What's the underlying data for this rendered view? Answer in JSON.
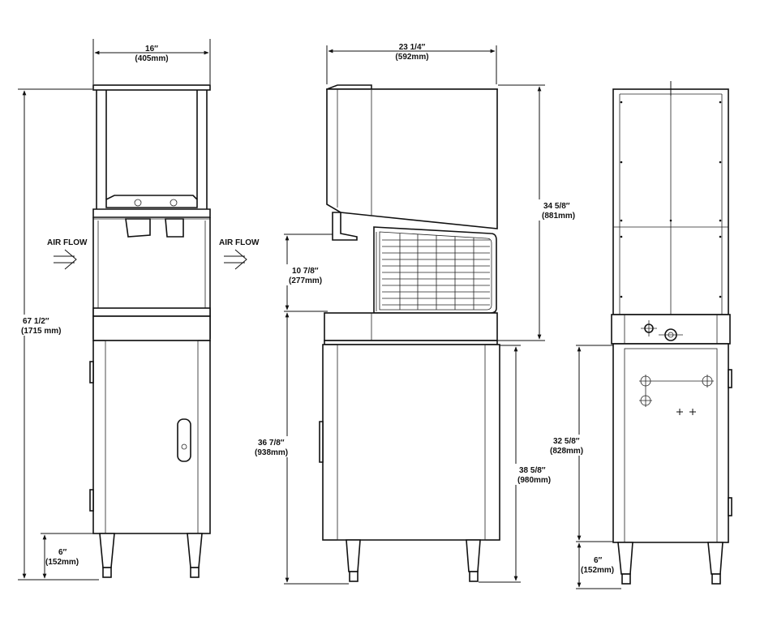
{
  "front_view": {
    "width_in": "16″",
    "width_mm": "(405mm)",
    "height_in": "67 1/2″",
    "height_mm": "(1715 mm)",
    "leg_in": "6″",
    "leg_mm": "(152mm)",
    "airflow_left": "AIR FLOW",
    "airflow_right": "AIR FLOW"
  },
  "side_view": {
    "depth_in": "23 1/4″",
    "depth_mm": "(592mm)",
    "upper_in": "34 5/8″",
    "upper_mm": "(881mm)",
    "dispense_in": "10 7/8″",
    "dispense_mm": "(277mm)",
    "base_in": "36 7/8″",
    "base_mm": "(938mm)",
    "stand_in": "38 5/8″",
    "stand_mm": "(980mm)"
  },
  "rear_view": {
    "stand_in": "32 5/8″",
    "stand_mm": "(828mm)",
    "leg_in": "6″",
    "leg_mm": "(152mm)"
  }
}
